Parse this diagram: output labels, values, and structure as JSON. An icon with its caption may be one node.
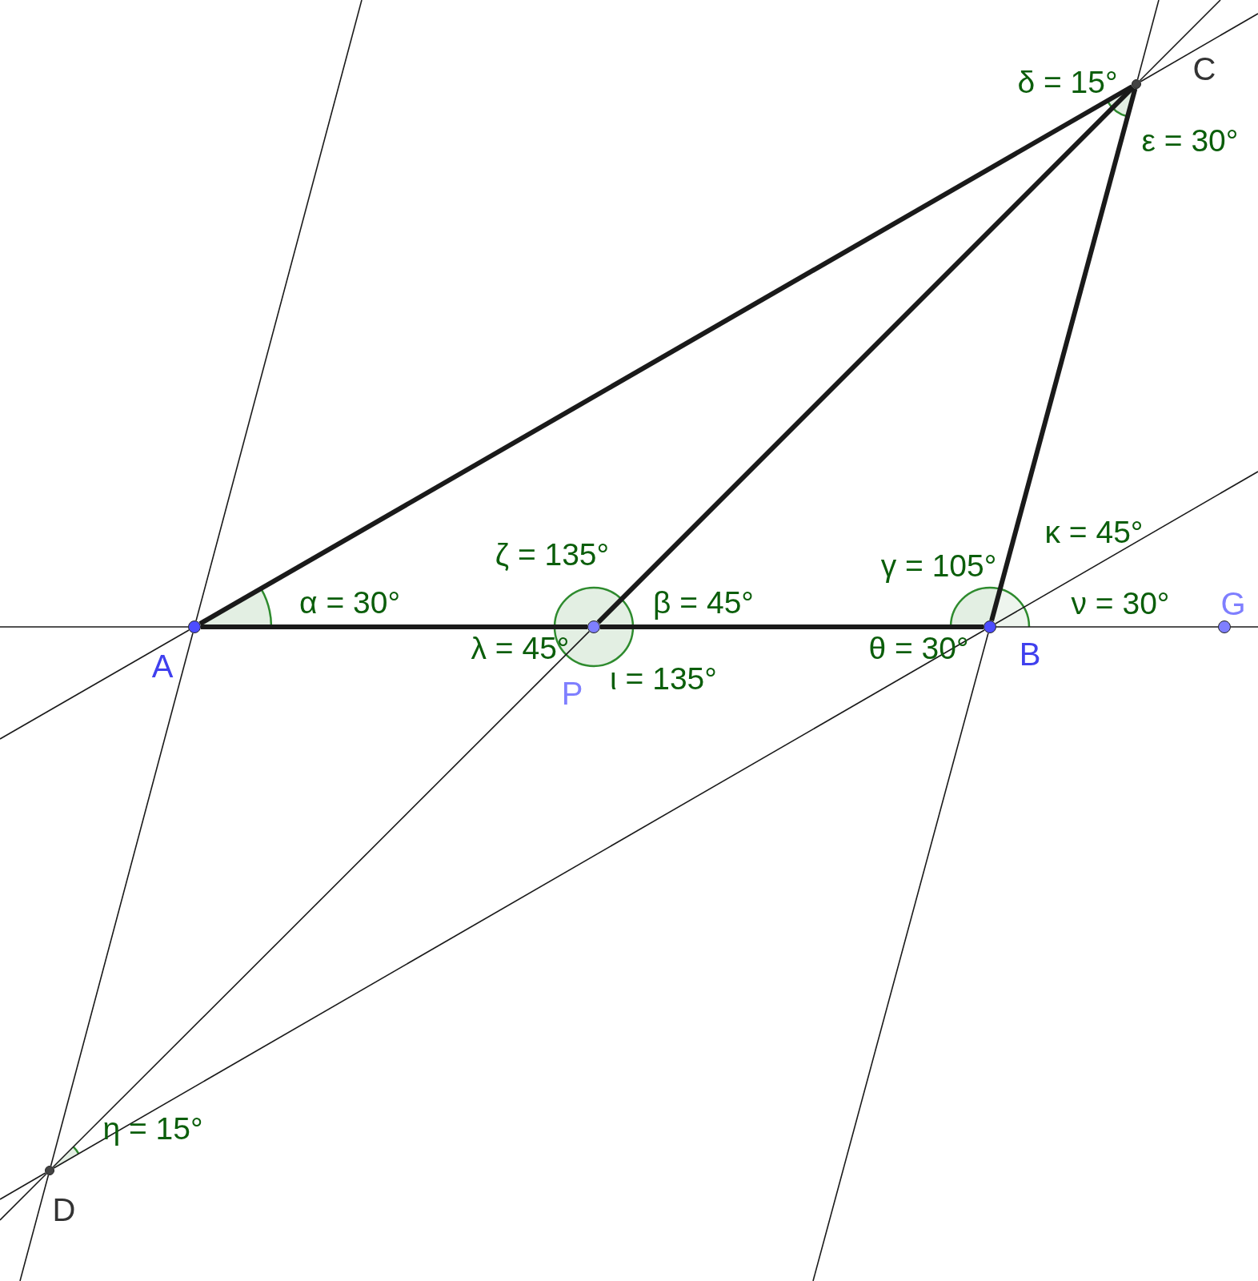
{
  "diagram": {
    "nodes": [
      {
        "text": [
          "C"
        ]
      },
      {
        "text": [
          "A"
        ]
      },
      {
        "text": [
          "P"
        ]
      },
      {
        "text": [
          "B"
        ]
      },
      {
        "text": [
          "G"
        ]
      },
      {
        "text": [
          "D"
        ]
      }
    ],
    "edges": [
      {
        "from": 1,
        "to": 2,
        "arrow": "none",
        "style": "thick"
      },
      {
        "from": 2,
        "to": 3,
        "arrow": "none",
        "style": "thick"
      },
      {
        "from": 1,
        "to": 0,
        "arrow": "none",
        "style": "thick"
      },
      {
        "from": 2,
        "to": 0,
        "arrow": "none",
        "style": "thick"
      },
      {
        "from": 3,
        "to": 0,
        "arrow": "none",
        "style": "thick"
      },
      {
        "from": 3,
        "to": 4,
        "arrow": "none"
      },
      {
        "from": 1,
        "to": 5,
        "arrow": "none"
      },
      {
        "from": 5,
        "to": 2,
        "arrow": "none"
      },
      {
        "from": 5,
        "to": 3,
        "arrow": "none"
      },
      {
        "from": 1,
        "to": null,
        "arrow": "none"
      },
      {
        "from": 4,
        "to": null,
        "arrow": "none"
      },
      {
        "from": 1,
        "to": null,
        "arrow": "none"
      },
      {
        "from": 0,
        "to": null,
        "arrow": "none"
      },
      {
        "from": 5,
        "to": null,
        "arrow": "none"
      },
      {
        "from": 0,
        "to": null,
        "arrow": "none"
      },
      {
        "from": 5,
        "to": null,
        "arrow": "none"
      },
      {
        "from": 3,
        "to": null,
        "arrow": "none"
      },
      {
        "from": 1,
        "to": null,
        "arrow": "none"
      },
      {
        "from": 5,
        "to": null,
        "arrow": "none"
      },
      {
        "from": 3,
        "to": null,
        "arrow": "none"
      },
      {
        "from": 0,
        "to": null,
        "arrow": "none"
      }
    ],
    "labels": [
      "δ = 15°",
      "ε = 30°",
      "κ = 45°",
      "ζ = 135°",
      "γ = 105°",
      "α = 30°",
      "β = 45°",
      "ν = 30°",
      "λ = 45°",
      "θ = 30°",
      "ι = 135°",
      "η = 15°"
    ]
  }
}
